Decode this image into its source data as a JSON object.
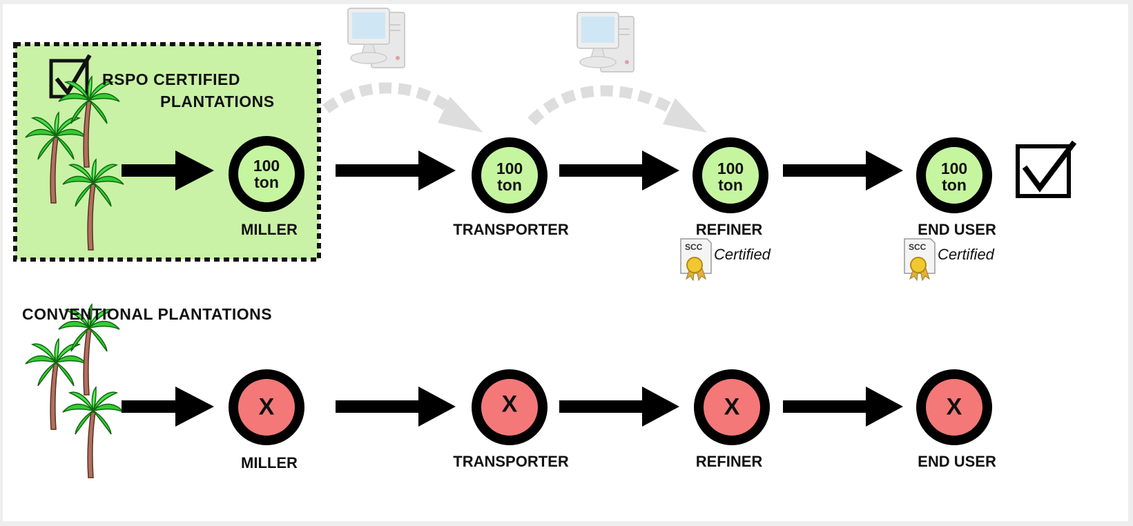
{
  "certified": {
    "title_line1": "RSPO CERTIFIED",
    "title_line2": "PLANTATIONS",
    "tonnage_value": "100",
    "tonnage_unit": "ton",
    "stages": [
      "MILLER",
      "TRANSPORTER",
      "REFINER",
      "END USER"
    ],
    "cert_badge": "SCC",
    "cert_label": "Certified",
    "certified_stage_indices": [
      2,
      3
    ]
  },
  "conventional": {
    "title": "CONVENTIONAL PLANTATIONS",
    "mark": "X",
    "stages": [
      "MILLER",
      "TRANSPORTER",
      "REFINER",
      "END USER"
    ]
  },
  "colors": {
    "certified_fill": "#c6f0a0",
    "certified_node": "#c6f5a0",
    "conventional_node": "#f47878",
    "ring": "#000000",
    "arrow": "#000000",
    "data_flow": "#dddddd"
  },
  "icons": [
    "checkbox-checked-icon",
    "palm-tree-icon",
    "computer-icon",
    "certificate-ribbon-icon",
    "dashed-curved-arrow-icon"
  ]
}
